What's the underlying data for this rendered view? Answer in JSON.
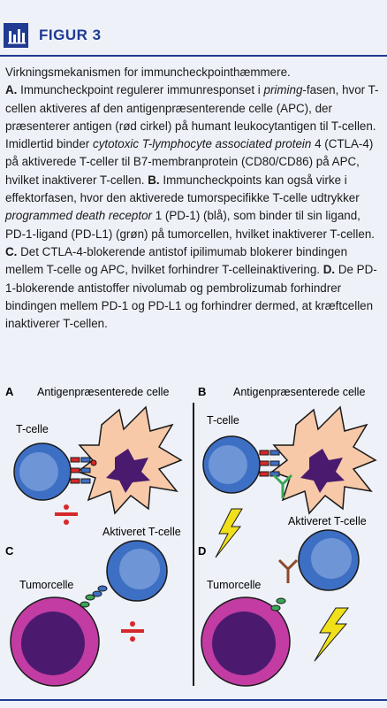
{
  "header": {
    "figure_label": "FIGUR 3",
    "icon": "bar-chart-icon"
  },
  "caption": {
    "title": "Virkningsmekanismen for immuncheckpointhæmmere.",
    "a_letter": "A.",
    "a_text_1": " Immuncheckpoint regulerer immunresponset i ",
    "a_italic_1": "priming",
    "a_text_2": "-fasen, hvor T-cellen aktiveres af den antigenpræsenterende celle (APC), der præsenterer antigen (rød cirkel) på humant leukocytantigen til T-cellen. Imidlertid binder ",
    "a_italic_2": "cytotoxic T-lymphocyte associated protein",
    "a_text_3": " 4 (CTLA-4) på aktiverede T-celler til B7-membranprotein (CD80/CD86) på APC, hvilket inaktiverer T-cellen.",
    "b_letter": " B.",
    "b_text_1": " Immuncheckpoints kan også virke i effektorfasen, hvor den aktiverede tumorspecifikke T-celle udtrykker ",
    "b_italic_1": "programmed death receptor",
    "b_text_2": " 1 (PD-1) (blå), som binder til sin ligand, PD-1-ligand (PD-L1) (grøn) på tumorcellen, hvilket inaktiverer T-cellen.",
    "c_letter": " C.",
    "c_text_1": " Det CTLA-4-blokerende antistof ipilimumab blokerer bindingen mellem T-celle og APC, hvilket forhindrer T-celleinaktivering.",
    "d_letter": " D.",
    "d_text_1": " De PD-1-blokerende antistoffer nivolumab og pembrolizumab forhindrer bindingen mellem PD-1 og PD-L1 og forhindrer dermed, at kræftcellen inaktiverer T-cellen."
  },
  "figure": {
    "panel_a": {
      "letter": "A",
      "apc_label": "Antigenpræsenterede celle",
      "tcell_label": "T-celle"
    },
    "panel_b": {
      "letter": "B",
      "apc_label": "Antigenpræsenterede celle",
      "tcell_label": "T-celle"
    },
    "panel_c": {
      "letter": "C",
      "tumor_label": "Tumorcelle",
      "tcell_label": "Aktiveret T-celle"
    },
    "panel_d": {
      "letter": "D",
      "tumor_label": "Tumorcelle",
      "tcell_label": "Aktiveret T-celle"
    },
    "colors": {
      "accent": "#1f3a93",
      "tcell": "#3d6fc4",
      "tcell_inner": "#6e95d6",
      "apc": "#f7c9a8",
      "apc_nucleus": "#4a1a6e",
      "tumor": "#c23ca3",
      "tumor_inner": "#4b1a6e",
      "antigen_red": "#d6282a",
      "ligand_green": "#3aa656",
      "lightning": "#f0e01a",
      "block_red": "#d6282a"
    }
  }
}
